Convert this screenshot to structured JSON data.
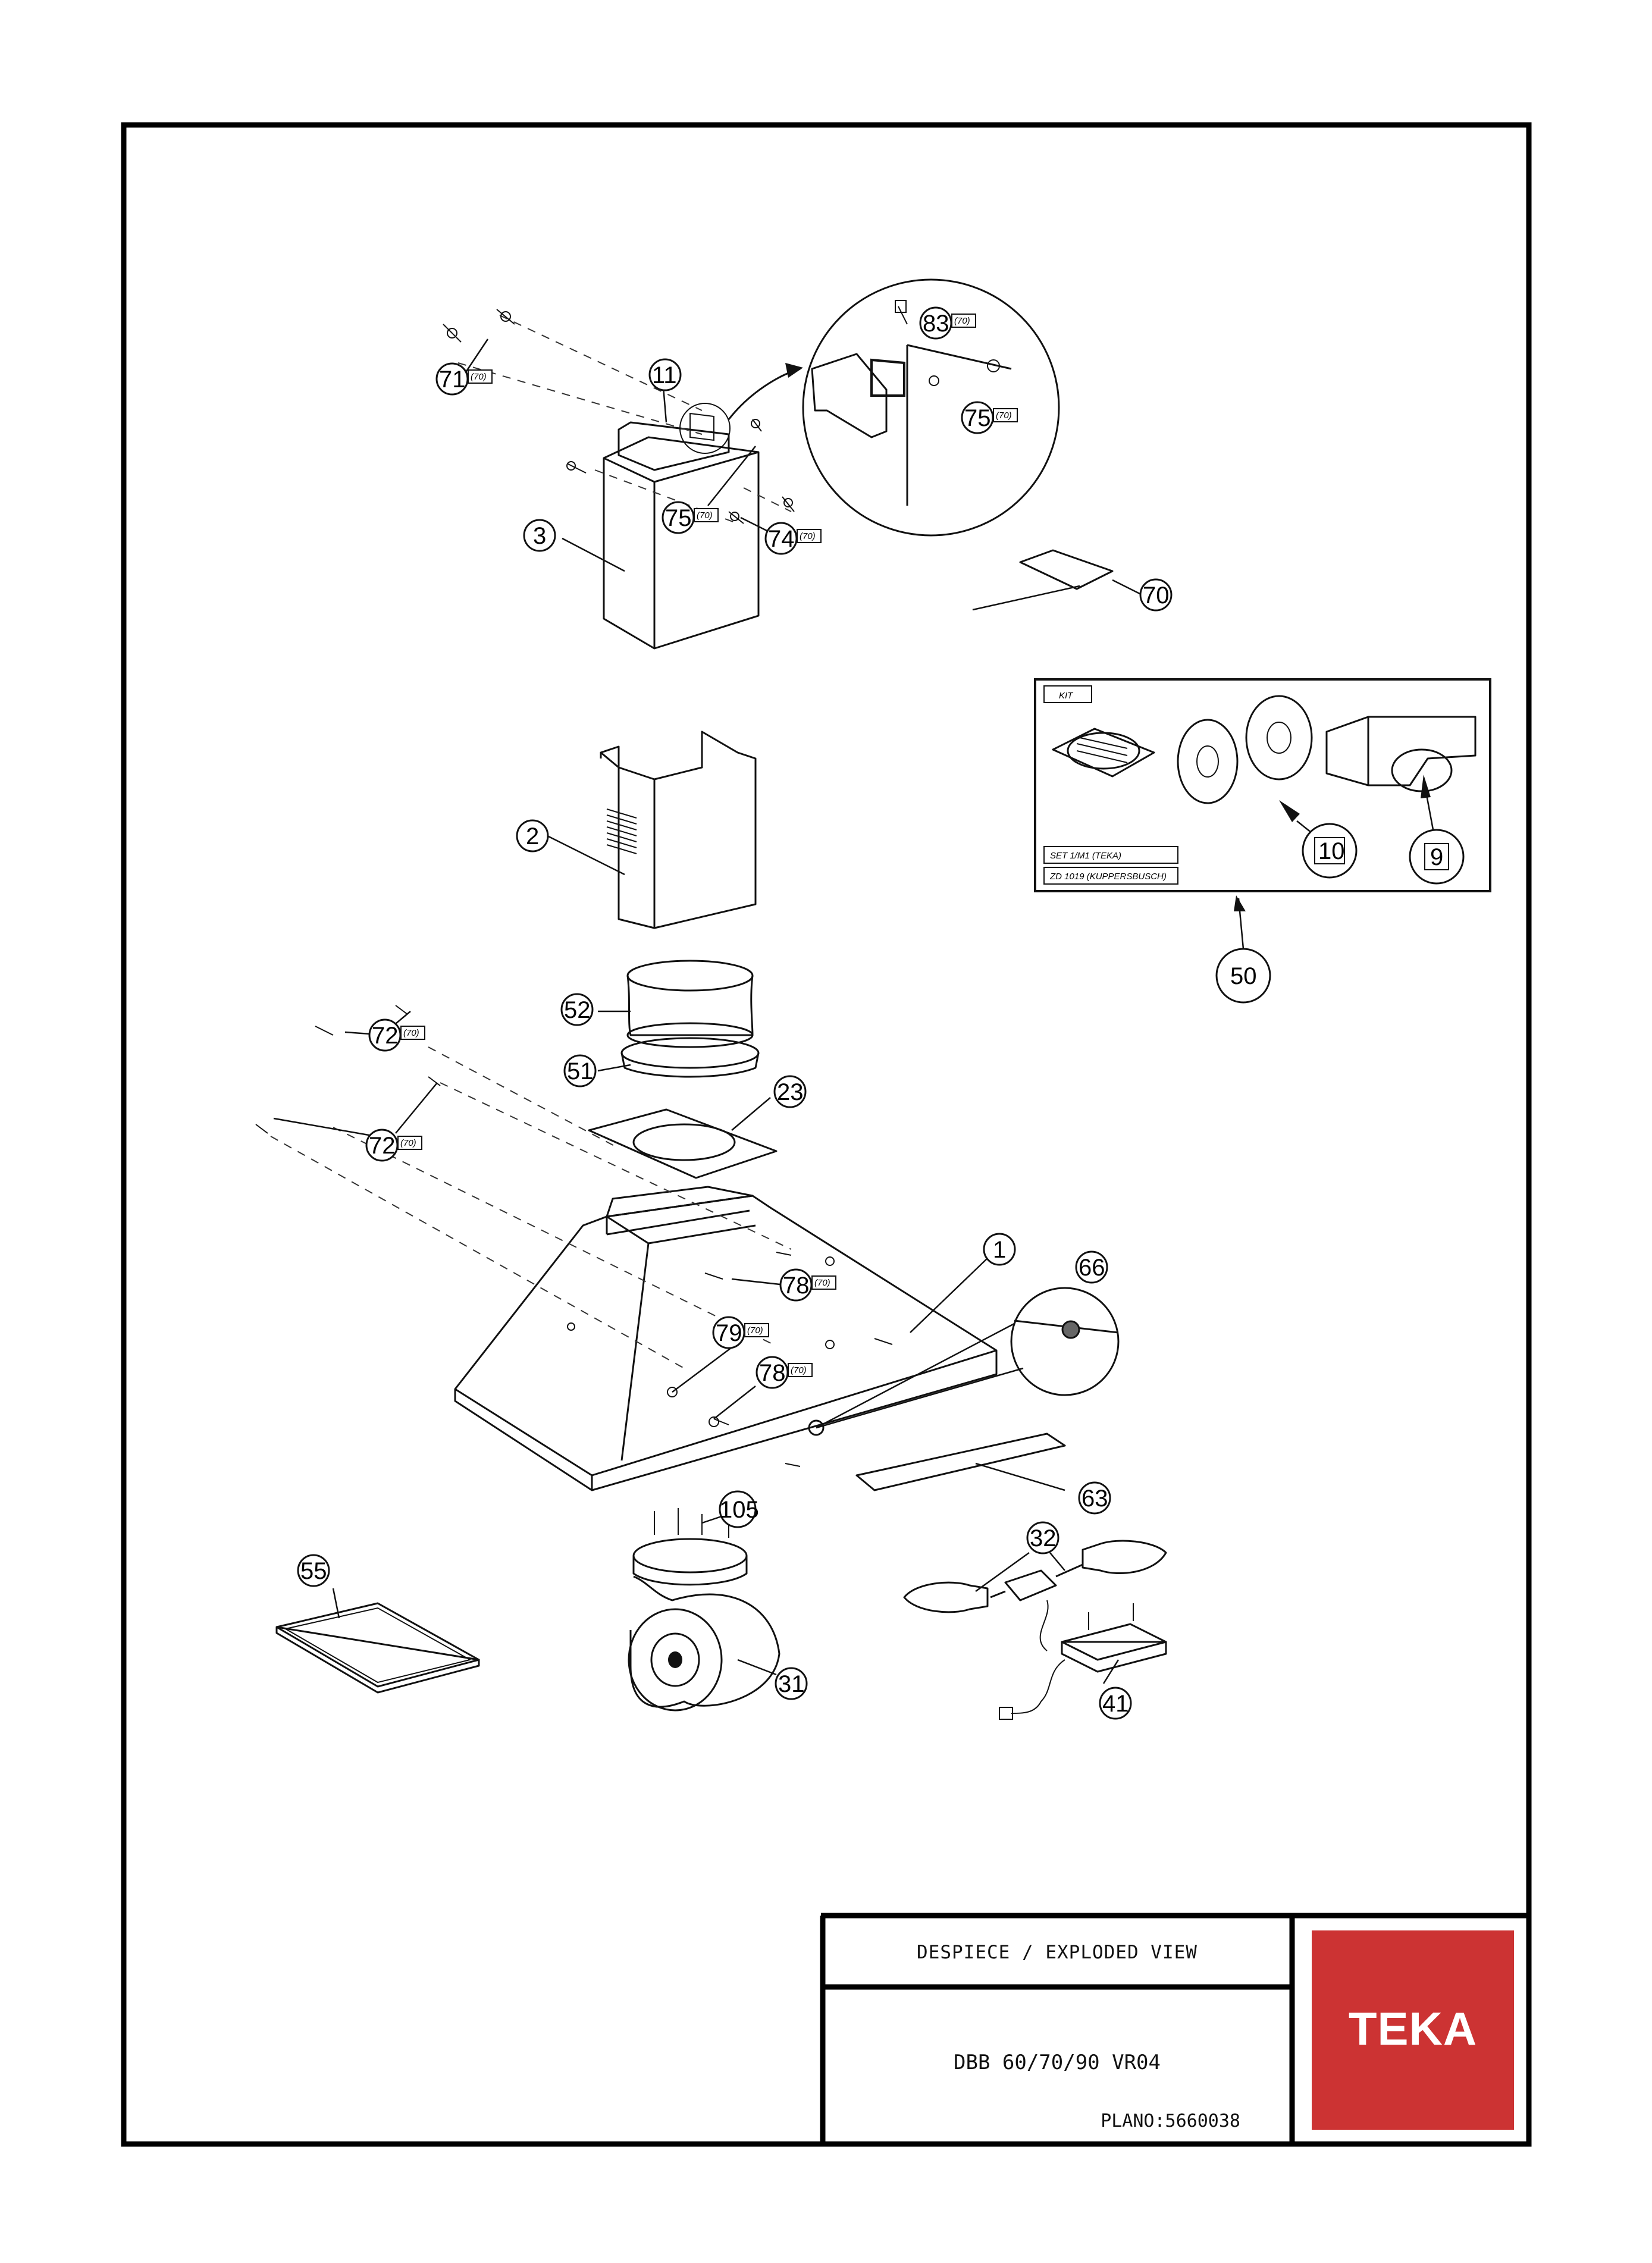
{
  "title_block": {
    "title": "DESPIECE / EXPLODED VIEW",
    "model": "DBB 60/70/90 VR04",
    "plano": "PLANO:5660038",
    "brand": "TEKA",
    "brand_color": "#cc3333"
  },
  "kit_box": {
    "kit_label": "KIT",
    "set_label": "SET 1/M1 (TEKA)",
    "zd_label": "ZD 1019 (KUPPERSBUSCH)"
  },
  "callouts": {
    "c71": "71",
    "c71_sub": "(70)",
    "c11": "11",
    "c83": "83",
    "c83_sub": "(70)",
    "c75a": "75",
    "c75a_sub": "(70)",
    "c75b": "75",
    "c75b_sub": "(70)",
    "c74": "74",
    "c74_sub": "(70)",
    "c3": "3",
    "c70": "70",
    "c2": "2",
    "c10": "10",
    "c9": "9",
    "c50": "50",
    "c52": "52",
    "c51": "51",
    "c72a": "72",
    "c72a_sub": "(70)",
    "c72b": "72",
    "c72b_sub": "(70)",
    "c23": "23",
    "c1": "1",
    "c66": "66",
    "c78a": "78",
    "c78a_sub": "(70)",
    "c79": "79",
    "c79_sub": "(70)",
    "c78b": "78",
    "c78b_sub": "(70)",
    "c63": "63",
    "c105": "105",
    "c32": "32",
    "c55": "55",
    "c31": "31",
    "c41": "41"
  },
  "colors": {
    "line": "#111111",
    "paper": "#ffffff"
  }
}
